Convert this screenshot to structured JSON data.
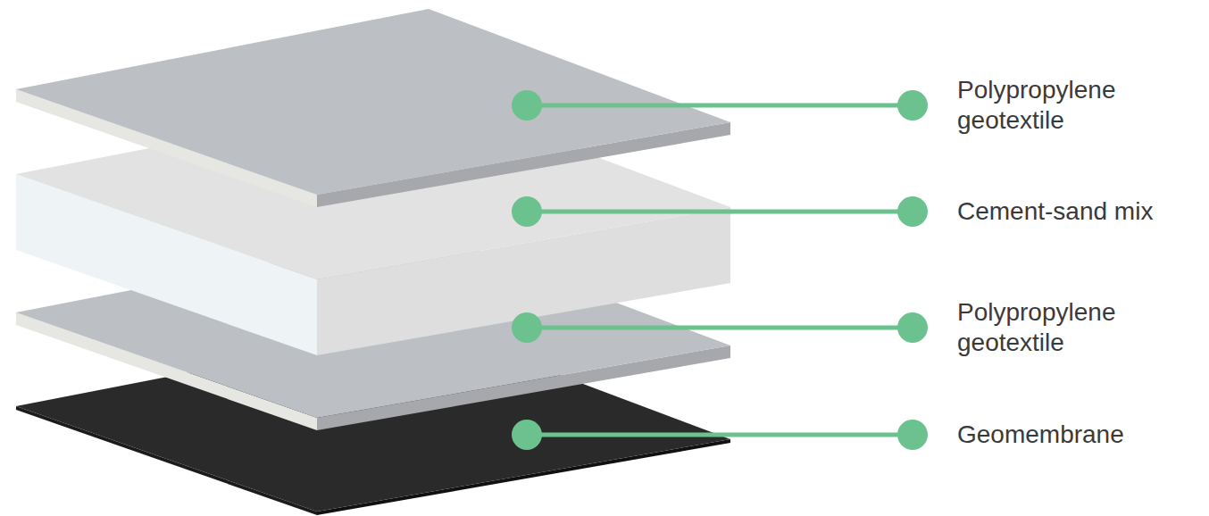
{
  "diagram": {
    "labels": [
      "Polypropylene geotextile",
      "Cement-sand mix",
      "Polypropylene geotextile",
      "Geomembrane"
    ]
  }
}
